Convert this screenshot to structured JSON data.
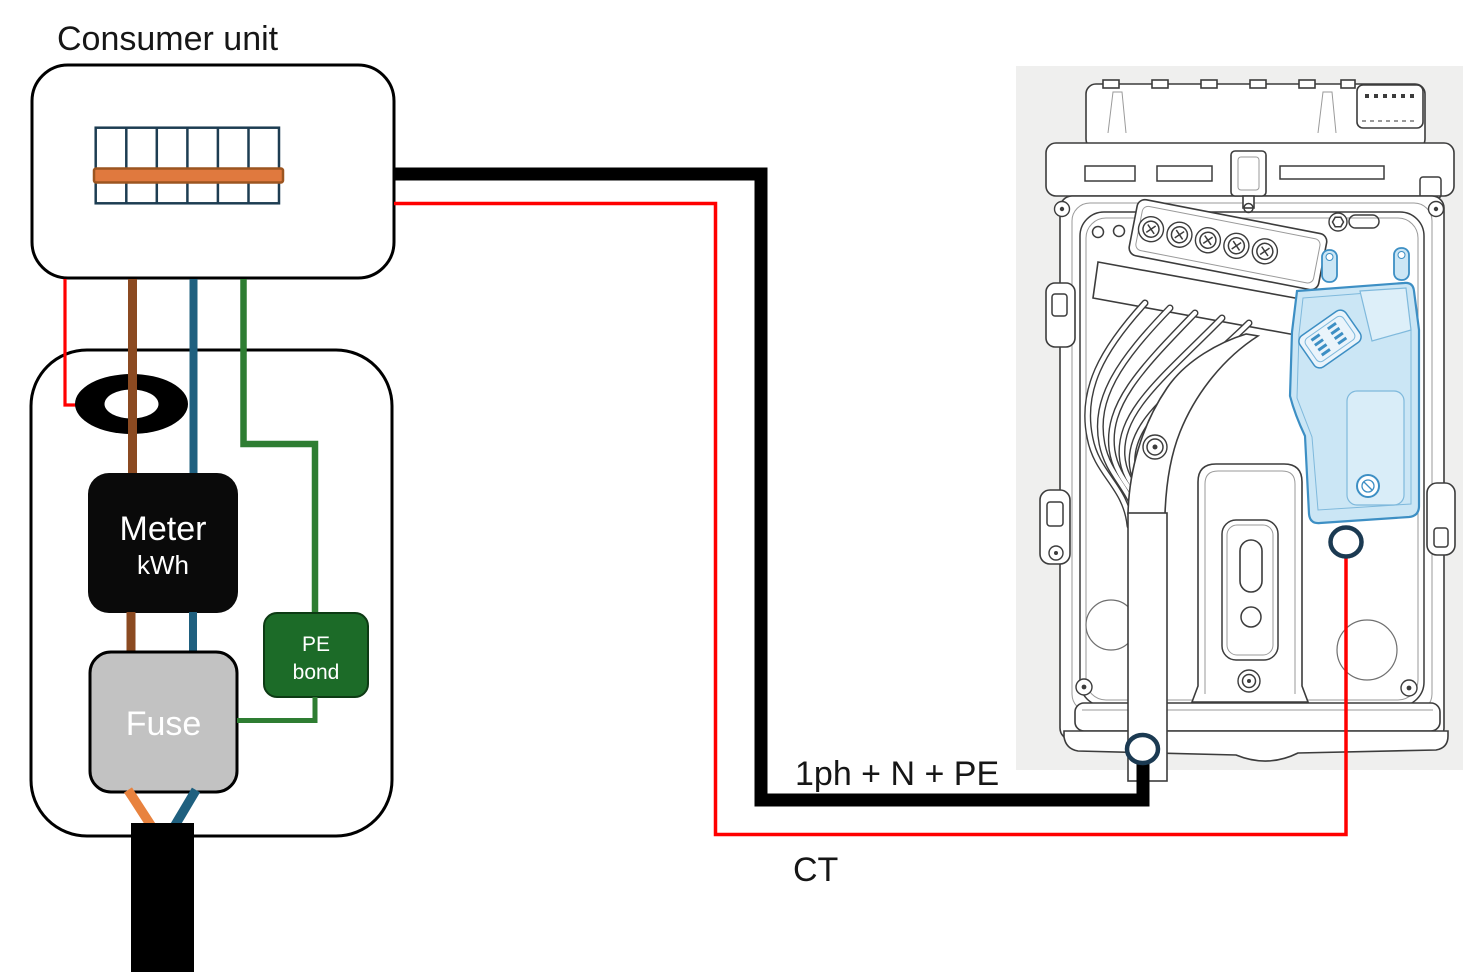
{
  "labels": {
    "consumer_unit": "Consumer unit",
    "meter": "Meter",
    "meter_unit": "kWh",
    "fuse": "Fuse",
    "pe_bond_line1": "PE",
    "pe_bond_line2": "bond",
    "mains_cable": "1ph + N + PE",
    "ct_cable": "CT"
  },
  "colors": {
    "wire_live_brown": "#8B4A21",
    "wire_neutral_blue": "#1F607F",
    "wire_earth_green": "#2E7D32",
    "wire_ct_red": "#FF0000",
    "wire_mains_black": "#000000",
    "wire_tail_orange": "#E8823E",
    "busbar_orange_fill": "#E0793E",
    "busbar_orange_border": "#9C5520",
    "busbar_grid_navy": "#1D3D52",
    "ct_clamp_black": "#000000",
    "meter_fill": "#0A0A0A",
    "fuse_fill": "#C2C2C2",
    "fuse_border": "#000000",
    "pe_bond_fill": "#1C6B28",
    "connector_ring_navy": "#1B3A52",
    "charger_panel_gray": "#EFEFEE",
    "charger_highlight_fill": "#CBE6F5",
    "charger_highlight_stroke": "#3D8FC4"
  }
}
